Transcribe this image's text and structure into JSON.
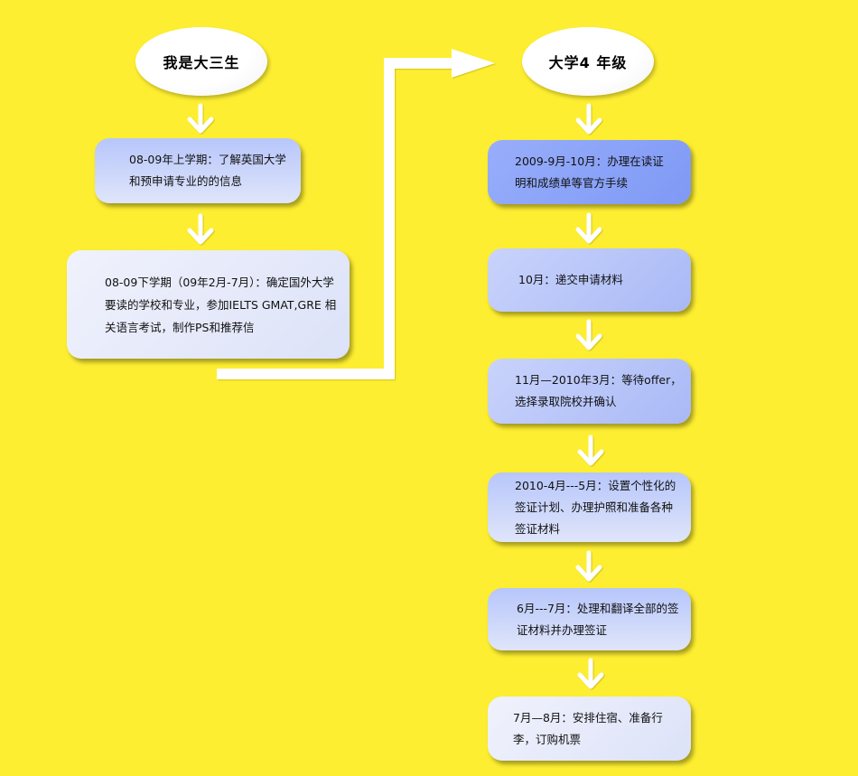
{
  "left_column": {
    "header": "我是大三生",
    "steps": [
      "08-09年上学期：了解英国大学和预申请专业的的信息",
      "08-09下学期（09年2月-7月）：确定国外大学要读的学校和专业，参加IELTS GMAT,GRE 相关语言考试，制作PS和推荐信"
    ]
  },
  "right_column": {
    "header": "大学4 年级",
    "steps": [
      "2009-9月-10月：办理在读证明和成绩单等官方手续",
      "10月：递交申请材料",
      "11月—2010年3月：等待offer，选择录取院校并确认",
      "2010-4月---5月：设置个性化的签证计划、办理护照和准备各种签证材料",
      "6月---7月：处理和翻译全部的签证材料并办理签证",
      "7月—8月：安排住宿、准备行李，订购机票"
    ]
  },
  "colors": {
    "background": "#fdee31",
    "connector": "#ffffff",
    "box_light": "#e6eafa",
    "box_mid": "#b3c1f7",
    "box_dark": "#88a1f7"
  }
}
